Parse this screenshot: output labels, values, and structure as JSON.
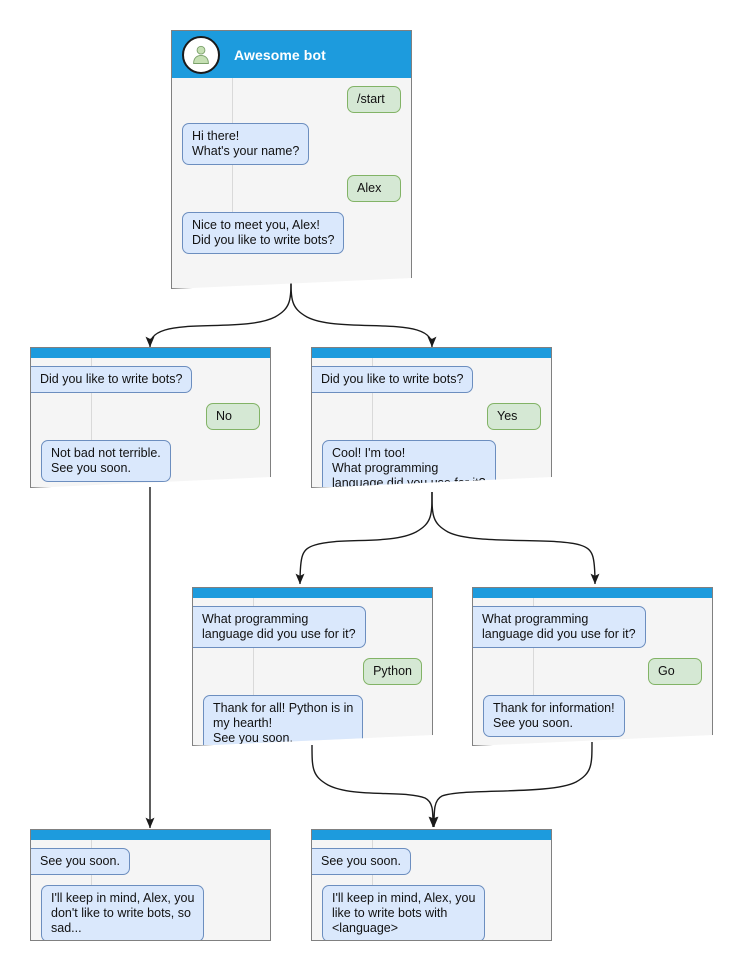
{
  "diagram": {
    "type": "chatbot-conversation-flowchart",
    "colors": {
      "header_bar": "#1d9bdd",
      "node_background": "#f5f5f5",
      "node_border": "#808080",
      "bot_bubble_fill": "#dae8fc",
      "bot_bubble_border": "#6c8ebf",
      "user_bubble_fill": "#d5e8d4",
      "user_bubble_border": "#82b366",
      "edge_color": "#1a1a1a",
      "page_background": "#ffffff"
    }
  },
  "nodes": {
    "root": {
      "id": "root",
      "title": "Awesome bot",
      "avatar_icon": "person-avatar-icon",
      "messages": [
        {
          "sender": "user",
          "text": "/start"
        },
        {
          "sender": "bot",
          "text": "Hi there!\nWhat's your name?"
        },
        {
          "sender": "user",
          "text": "Alex"
        },
        {
          "sender": "bot",
          "text": "Nice to meet you, Alex!\nDid you like to write bots?"
        }
      ]
    },
    "no_branch": {
      "id": "no_branch",
      "messages": [
        {
          "sender": "bot",
          "text": "Did you like to write bots?"
        },
        {
          "sender": "user",
          "text": "No"
        },
        {
          "sender": "bot",
          "text": "Not bad not terrible.\nSee you soon."
        }
      ]
    },
    "yes_branch": {
      "id": "yes_branch",
      "messages": [
        {
          "sender": "bot",
          "text": "Did you like to write bots?"
        },
        {
          "sender": "user",
          "text": "Yes"
        },
        {
          "sender": "bot",
          "text": "Cool! I'm too!\nWhat programming\nlanguage did you use for it?"
        }
      ]
    },
    "python_branch": {
      "id": "python_branch",
      "messages": [
        {
          "sender": "bot",
          "text": "What programming\nlanguage did you use for it?"
        },
        {
          "sender": "user",
          "text": "Python"
        },
        {
          "sender": "bot",
          "text": "Thank for all! Python is in\nmy hearth!\nSee you soon."
        }
      ]
    },
    "go_branch": {
      "id": "go_branch",
      "messages": [
        {
          "sender": "bot",
          "text": "What programming\nlanguage did you use for it?"
        },
        {
          "sender": "user",
          "text": "Go"
        },
        {
          "sender": "bot",
          "text": "Thank for information!\nSee you soon."
        }
      ]
    },
    "end_no": {
      "id": "end_no",
      "messages": [
        {
          "sender": "bot",
          "text": "See you soon."
        },
        {
          "sender": "bot",
          "text": "I'll keep in mind, Alex, you\ndon't like to write bots, so\nsad..."
        }
      ]
    },
    "end_yes": {
      "id": "end_yes",
      "messages": [
        {
          "sender": "bot",
          "text": "See you soon."
        },
        {
          "sender": "bot",
          "text": "I'll keep in mind, Alex, you\nlike to write bots with\n<language>"
        }
      ]
    }
  },
  "edges": [
    {
      "from": "root",
      "to": "no_branch",
      "style": "curved-fork-left"
    },
    {
      "from": "root",
      "to": "yes_branch",
      "style": "curved-fork-right"
    },
    {
      "from": "yes_branch",
      "to": "python_branch",
      "style": "curved-fork-left"
    },
    {
      "from": "yes_branch",
      "to": "go_branch",
      "style": "curved-fork-right"
    },
    {
      "from": "no_branch",
      "to": "end_no",
      "style": "straight-vertical"
    },
    {
      "from": "python_branch",
      "to": "end_yes",
      "style": "curved-merge-right"
    },
    {
      "from": "go_branch",
      "to": "end_yes",
      "style": "curved-merge-left"
    }
  ]
}
